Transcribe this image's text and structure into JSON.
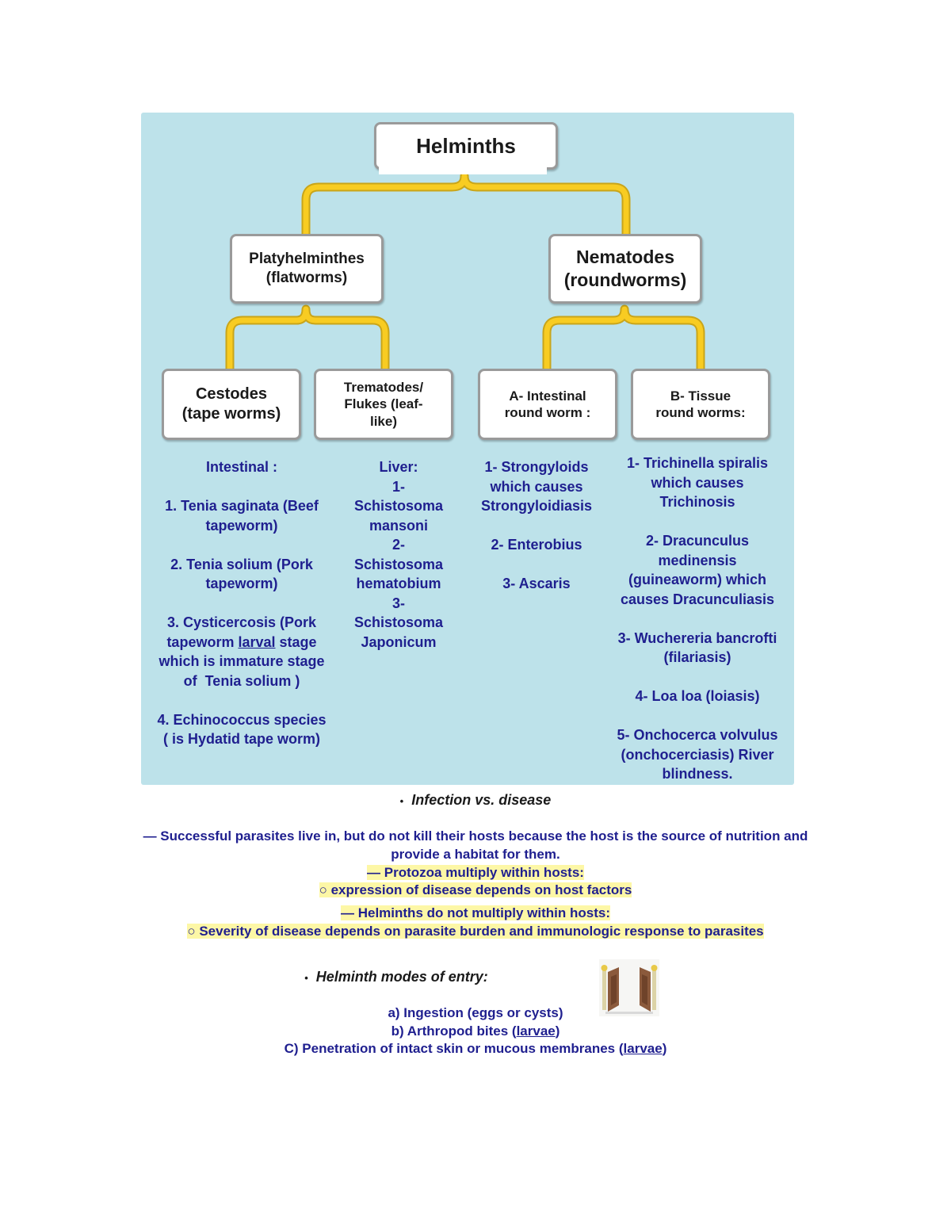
{
  "diagram": {
    "root": "Helminths",
    "level1": {
      "left": [
        "Platyhelminthes",
        "(flatworms)"
      ],
      "right": [
        "Nematodes",
        "(roundworms)"
      ]
    },
    "level2": {
      "cestodes": [
        "Cestodes",
        "(tape worms)"
      ],
      "trematodes": [
        "Trematodes/",
        "Flukes (leaf-",
        "like)"
      ],
      "intestinal": [
        "A- Intestinal",
        "round worm :"
      ],
      "tissue": [
        "B- Tissue",
        "round worms:"
      ]
    },
    "cestodes_list": {
      "heading": "Intestinal :",
      "items": [
        [
          "1. Tenia saginata (Beef",
          "tapeworm)"
        ],
        [
          "2. Tenia solium (Pork",
          "tapeworm)"
        ],
        [
          "3. Cysticercosis (Pork",
          "tapeworm ",
          "larval",
          " stage",
          "which is immature stage",
          "of  Tenia solium )"
        ],
        [
          "4. Echinococcus species",
          "( is Hydatid tape worm)"
        ]
      ]
    },
    "trematodes_list": [
      "Liver:",
      "1-",
      "Schistosoma",
      "mansoni",
      "2-",
      "Schistosoma",
      "hematobium",
      "3-",
      "Schistosoma",
      "Japonicum"
    ],
    "intestinal_list": {
      "item1": [
        "1- Strongyloids",
        "which causes",
        "Strongyloidiasis"
      ],
      "item2": "2- Enterobius",
      "item3": "3- Ascaris"
    },
    "tissue_list": {
      "item1": [
        "1- Trichinella spiralis",
        "which causes",
        "Trichinosis"
      ],
      "item2": [
        "2- Dracunculus",
        "medinensis",
        "(guineaworm) which",
        "causes Dracunculiasis"
      ],
      "item3": [
        "3- Wuchereria bancrofti",
        "(filariasis)"
      ],
      "item4": "4- Loa loa (loiasis)",
      "item5": [
        "5- Onchocerca volvulus",
        "(onchocerciasis) River",
        "blindness."
      ]
    }
  },
  "text": {
    "infection_heading": "Infection vs. disease",
    "bullet": "•",
    "para1_line1": "— Successful parasites live in, but do not kill their hosts because the host is the source of nutrition and",
    "para1_line2": "provide a habitat for them.",
    "protozoa": "— Protozoa multiply within hosts:",
    "protozoa_sub": "○ expression of disease depends on host factors",
    "helminths": "— Helminths do not multiply within hosts:",
    "helminths_sub": "○ Severity of disease depends on parasite burden and immunologic response to parasites",
    "entry_heading": "Helminth modes of entry:",
    "entry_a": "a) Ingestion (eggs or cysts)",
    "entry_b_pre": "b) Arthropod bites (",
    "entry_b_u": "larvae",
    "entry_b_post": ")",
    "entry_c_pre": "C) Penetration of intact skin or mucous membranes (",
    "entry_c_u": "larvae",
    "entry_c_post": ")"
  },
  "colors": {
    "panel": "#bde2ea",
    "connector": "#f6c21c",
    "list_text": "#1f1f8f",
    "highlight": "#fdf7a6"
  },
  "icons": [
    "open-gate-icon"
  ]
}
